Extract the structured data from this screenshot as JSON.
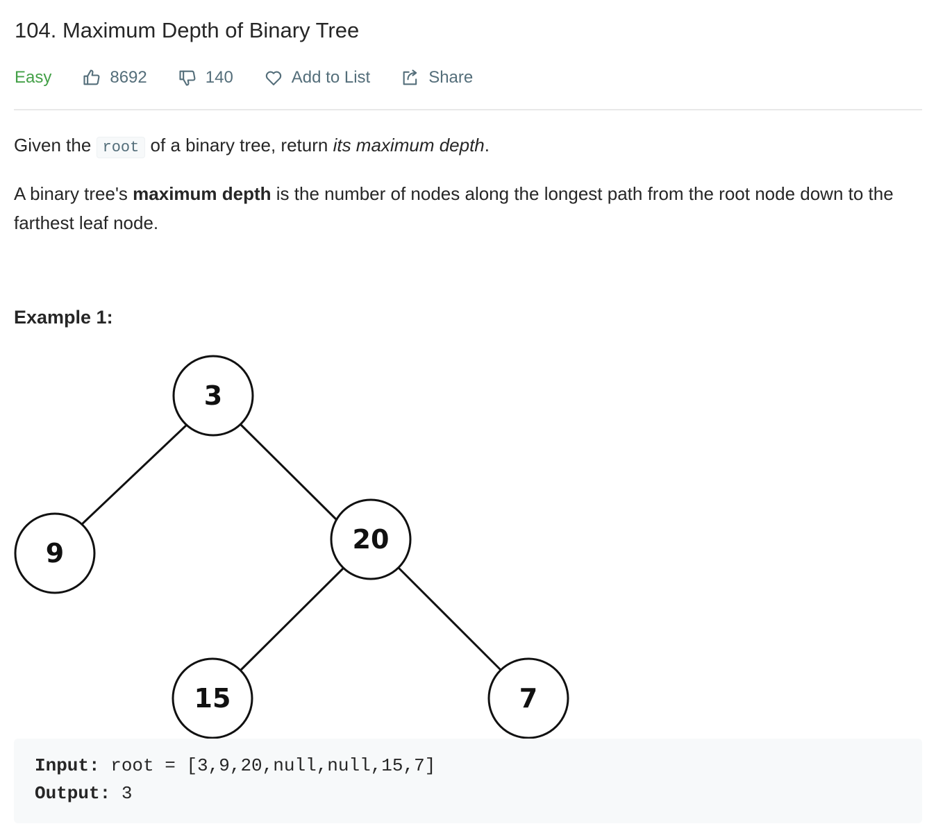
{
  "problem": {
    "title": "104. Maximum Depth of Binary Tree",
    "difficulty": "Easy",
    "likes": "8692",
    "dislikes": "140",
    "add_to_list_label": "Add to List",
    "share_label": "Share",
    "difficulty_color": "#43a047"
  },
  "description": {
    "p1": {
      "text1": "Given the ",
      "code": "root",
      "text2": " of a binary tree, return ",
      "em": "its maximum depth",
      "text3": "."
    },
    "p2": {
      "text1": "A binary tree's ",
      "strong": "maximum depth",
      "text2": " is the number of nodes along the longest path from the root node down to the farthest leaf node."
    }
  },
  "example1": {
    "heading": "Example 1:",
    "tree_nodes": [
      "3",
      "9",
      "20",
      "15",
      "7"
    ],
    "input_label": "Input:",
    "input_value": " root = [3,9,20,null,null,15,7]",
    "output_label": "Output:",
    "output_value": " 3"
  },
  "icons": {
    "likes": "thumbs-up-icon",
    "dislikes": "thumbs-down-icon",
    "add_to_list": "heart-icon",
    "share": "share-icon"
  }
}
